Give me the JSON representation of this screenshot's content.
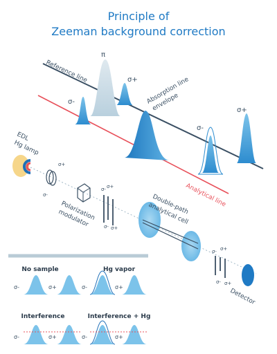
{
  "title": {
    "line1": "Principle of",
    "line2": "Zeeman background correction"
  },
  "labels": {
    "reference_line": "Reference line",
    "analytical_line": "Analytical line",
    "absorption_line_1": "Absorption line",
    "absorption_line_2": "envelope",
    "lamp_1": "EDL",
    "lamp_2": "Hg lamp",
    "polarization_1": "Polarization",
    "polarization_2": "modulator",
    "cell_1": "Double-path",
    "cell_2": "analytical cell",
    "detector": "Detector",
    "pi": "π",
    "sigma_minus": "σ-",
    "sigma_plus": "σ+"
  },
  "legend": {
    "no_sample": "No sample",
    "hg_vapor": "Hg vapor",
    "interference": "Interference",
    "interference_hg": "Interference + Hg"
  },
  "colors": {
    "title_blue": "#1f7ac4",
    "dark_line": "#3a4f63",
    "red_line": "#e8505a",
    "peak_blue": "#2d8ccf",
    "peak_light": "#8ecbec",
    "peak_pale": "#c9dde8",
    "lamp_yellow": "#f6d68a"
  }
}
